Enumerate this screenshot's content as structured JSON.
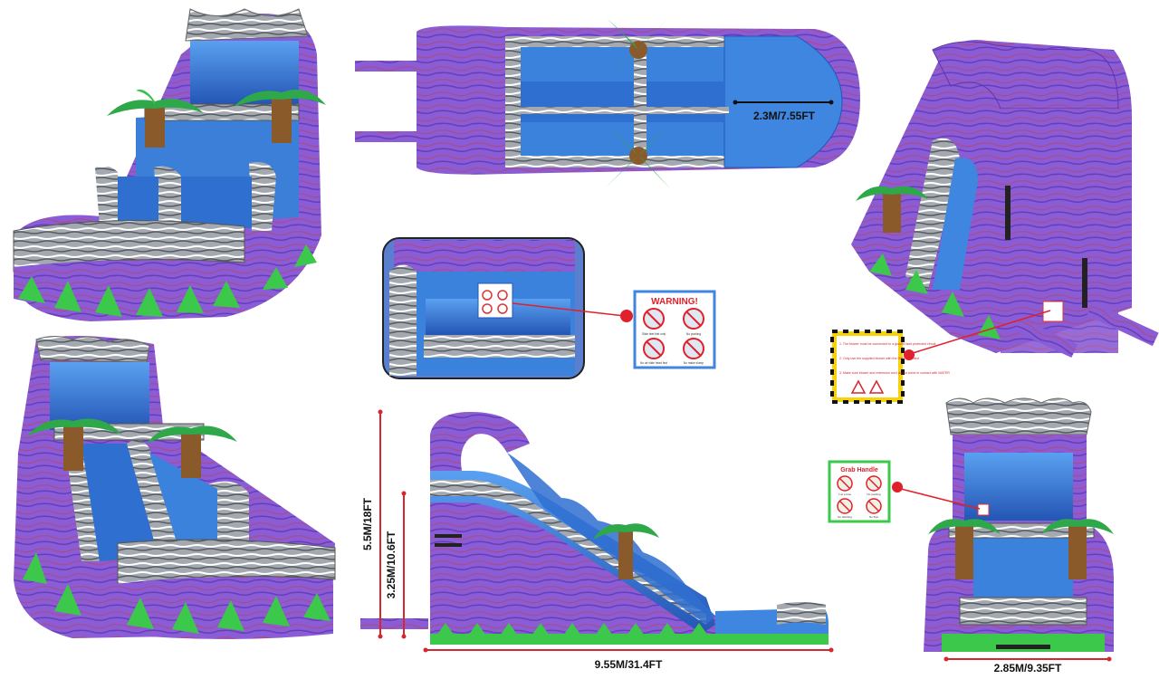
{
  "dimensions": {
    "width_top": "2.3M/7.55FT",
    "height_total": "5.5M/18FT",
    "height_platform": "3.25M/10.6FT",
    "length": "9.55M/31.4FT",
    "width_front": "2.85M/9.35FT"
  },
  "warning_sign": {
    "title": "WARNING!",
    "captions": [
      "Slide feet first only",
      "No pushing",
      "No air slide head first",
      "No make slump"
    ]
  },
  "grab_handle_sign": {
    "title": "Grab Handle",
    "captions": [
      "1 at a time",
      "No pushing",
      "No climbing",
      "No flips"
    ]
  },
  "safety_notice": {
    "lines": [
      "1. The blower must be connected to a ground fault protected circuit",
      "2. Only use the supplied blower with the GFCI provided",
      "3. Make sure blower and extension cord do not come in contact with WATER"
    ]
  },
  "colors": {
    "purple": "#8a5cd6",
    "purple_dark": "#6a3fb8",
    "blue": "#3f86e0",
    "blue_dark": "#2456b5",
    "gray": "#9aa0a8",
    "green": "#3cc84a",
    "palm_leaf": "#2fa84a",
    "trunk": "#8a5a2b",
    "red": "#e0202a",
    "yellow": "#f5d20a"
  }
}
